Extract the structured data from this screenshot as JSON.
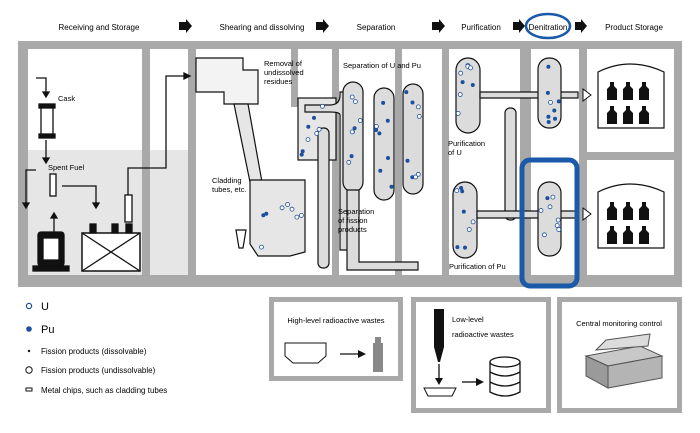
{
  "stages": [
    {
      "id": "receiving",
      "label": "Receiving and Storage"
    },
    {
      "id": "shearing",
      "label": "Shearing and dissolving"
    },
    {
      "id": "separation",
      "label": "Separation"
    },
    {
      "id": "purification",
      "label": "Purification"
    },
    {
      "id": "denitration",
      "label": "Denitration"
    },
    {
      "id": "product_storage",
      "label": "Product Storage"
    }
  ],
  "receiving": {
    "cask_label": "Cask",
    "spent_fuel_label": "Spent Fuel"
  },
  "shearing": {
    "removal_label": [
      "Removal of",
      "undissolved",
      "residues"
    ],
    "cladding_label": [
      "Cladding",
      "tubes, etc."
    ]
  },
  "separation": {
    "u_pu_label": "Separation of U and Pu",
    "fission_label": [
      "Separation",
      "of fission",
      "products"
    ]
  },
  "purification": {
    "u_label": [
      "Purification",
      "of U"
    ],
    "pu_label": "Purification of Pu"
  },
  "legend": [
    {
      "symbol": "u",
      "label": "U"
    },
    {
      "symbol": "pu",
      "label": "Pu"
    },
    {
      "symbol": "fp_dissolvable",
      "label": "Fission products (dissolvable)"
    },
    {
      "symbol": "fp_undissolvable",
      "label": "Fission products (undissolvable)"
    },
    {
      "symbol": "metal_chips",
      "label": "Metal chips, such as cladding tubes"
    }
  ],
  "waste": {
    "high_level_label": "High-level radioactive wastes",
    "low_level_label": [
      "Low-level",
      "radioactive wastes"
    ],
    "monitoring_label": "Central monitoring control"
  },
  "colors": {
    "facility_gray": "#a9a9a9",
    "light_gray": "#e6e6e6",
    "u_color": "#ffffff",
    "pu_color": "#1c4f9c",
    "highlight_blue": "#1a5aa8"
  }
}
